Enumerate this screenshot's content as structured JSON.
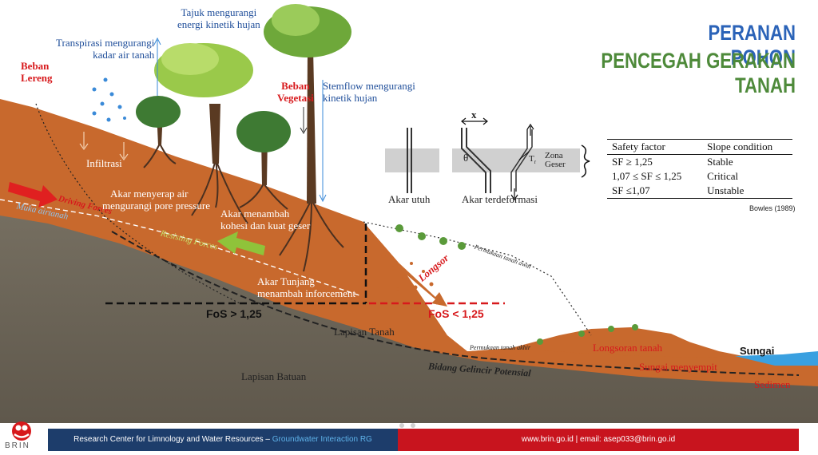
{
  "title": {
    "line1": "PERANAN POHON",
    "line2": "PENCEGAH GERAKAN TANAH",
    "color1": "#2b63b8",
    "color2": "#4e8a3a"
  },
  "labels": {
    "transpirasi": [
      "Transpirasi mengurangi",
      "kadar air tanah"
    ],
    "tajuk": [
      "Tajuk mengurangi",
      "energi kinetik hujan"
    ],
    "beban_lereng": [
      "Beban",
      "Lereng"
    ],
    "beban_vegetasi": [
      "Beban",
      "Vegetasi"
    ],
    "stemflow": [
      "Stemflow mengurangi",
      "kinetik hujan"
    ],
    "infiltrasi": "Infiltrasi",
    "driving_forces": "Driving Forces",
    "muka_airtanah": "Muka airtanah",
    "akar_menyerap": [
      "Akar menyerap air",
      "mengurangi pore pressure"
    ],
    "akar_menambah": [
      "Akar menambah",
      "kohesi dan kuat geser"
    ],
    "resisting_forces": "Resisting Forces",
    "akar_tunjang": [
      "Akar Tunjang",
      "menambah inforcement"
    ],
    "fos_stable": "FoS > 1,25",
    "fos_unstable": "FoS < 1,25",
    "longsor": "Longsor",
    "permukaan_awal": "Permukaan tanah awal",
    "permukaan_akhir": "Permukaan tanah akhir",
    "lapisan_tanah": "Lapisan Tanah",
    "lapisan_batuan": "Lapisan Batuan",
    "bidang_gelincir": "Bidang Gelincir Potensial",
    "longsoran_tanah": "Longsoran tanah",
    "sungai_menyempit": "Sungai menyempit",
    "sungai": "Sungai",
    "sedimen": "Sedimen"
  },
  "root_diagram": {
    "akar_utuh": "Akar utuh",
    "akar_terdeformasi": "Akar terdeformasi",
    "zona_geser": [
      "Zona",
      "Geser"
    ],
    "x": "x",
    "theta": "θ",
    "tr": "T",
    "tr_sub": "r"
  },
  "safety_table": {
    "headers": [
      "Safety factor",
      "Slope condition"
    ],
    "rows": [
      [
        "SF ≥ 1,25",
        "Stable"
      ],
      [
        "1,07 ≤ SF ≤ 1,25",
        "Critical"
      ],
      [
        "SF ≤1,07",
        "Unstable"
      ]
    ],
    "source": "Bowles (1989)"
  },
  "footer": {
    "left_main": "Research Center for Limnology and Water Resources – ",
    "left_highlight": "Groundwater Interaction RG",
    "right": "www.brin.go.id | email: asep033@brin.go.id"
  },
  "logo": {
    "text": "BRIN",
    "icon": "brin-logo-icon"
  },
  "colors": {
    "soil": "#c8692d",
    "rock": "#6b6457",
    "water": "#3aa0e0",
    "footer_blue": "#1d3d6b",
    "footer_red": "#c8141e"
  }
}
